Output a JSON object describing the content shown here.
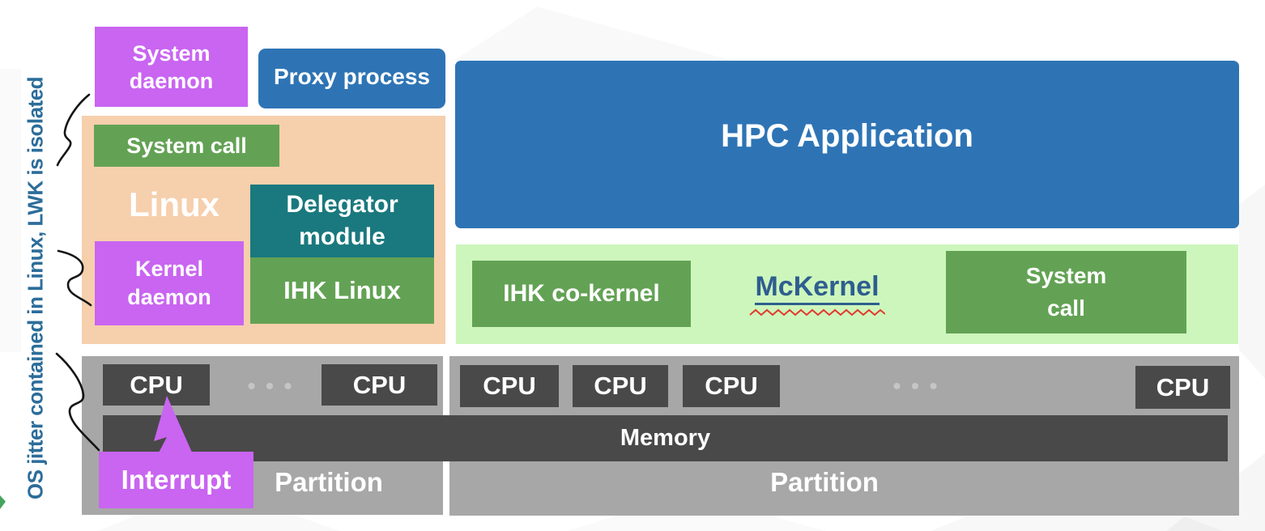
{
  "side_note": {
    "vertical_label": "OS jitter contained in Linux, LWK is isolated"
  },
  "linux_stack": {
    "system_daemon_label": "System\ndaemon",
    "proxy_process_label": "Proxy process",
    "os_label": "Linux",
    "system_call_label": "System call",
    "delegator_module_label": "Delegator\nmodule",
    "kernel_daemon_label": "Kernel\ndaemon",
    "ihk_linux_label": "IHK Linux"
  },
  "mckernel_stack": {
    "hpc_application_label": "HPC Application",
    "ihk_co_kernel_label": "IHK co-kernel",
    "os_label": "McKernel",
    "system_call_label": "System\ncall"
  },
  "hardware": {
    "cpu_label": "CPU",
    "ellipsis": "•••",
    "memory_label": "Memory",
    "left_partition_label": "Partition",
    "right_partition_label": "Partition",
    "interrupt_label": "Interrupt"
  },
  "colors": {
    "purple": "#c965f1",
    "blue": "#2e74b5",
    "green": "#63a254",
    "teal": "#1a797e",
    "peach": "#f6cfad",
    "light_green": "#cdf6bc",
    "partition_gray": "#a7a7a7",
    "hardware_dark_gray": "#494949",
    "label_navy": "#2e5e8f",
    "side_note_blue": "#2c6d9a",
    "spellcheck_red": "#e03b2e",
    "connector_black": "#151515"
  }
}
